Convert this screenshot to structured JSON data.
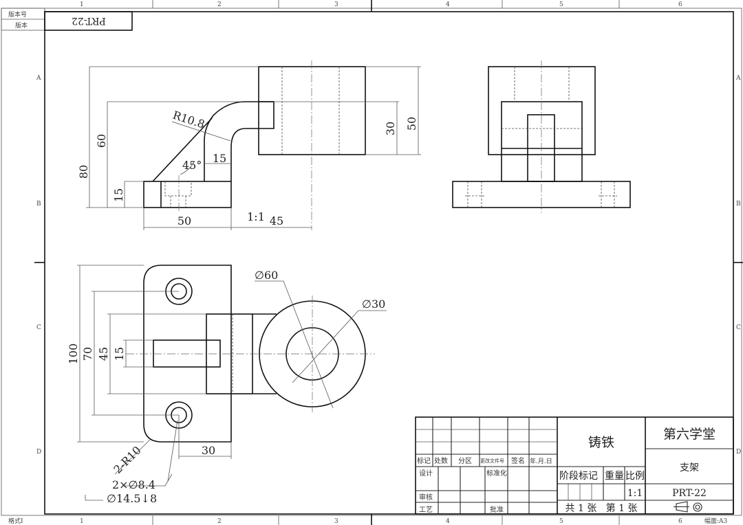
{
  "sheet": {
    "col_labels": [
      "1",
      "2",
      "3",
      "4",
      "5",
      "6"
    ],
    "row_labels": [
      "A",
      "B",
      "C",
      "D"
    ],
    "revision_table": {
      "row1": "版本号",
      "row2": "版本"
    },
    "drawing_no_inverted": "PRT-22",
    "format_label": "格式I",
    "size_label": "幅面:A3"
  },
  "front_view": {
    "dims": {
      "overall_height": "80",
      "arm_height": "60",
      "base_height": "15",
      "base_width": "50",
      "offset": "45",
      "web_width": "15",
      "block_inner": "30",
      "block_height": "50",
      "radius": "R10.8",
      "angle": "45°",
      "scale_note": "1:1"
    }
  },
  "top_view": {
    "dims": {
      "plate_length": "100",
      "hole_spacing": "70",
      "block_width": "45",
      "rib_width": "15",
      "hole_offset": "30",
      "outer_dia": "∅60",
      "inner_dia": "∅30",
      "corner_radius": "2-R10",
      "hole_spec": "2×∅8.4",
      "counterbore_spec": "∅14.5↓8"
    }
  },
  "title_block": {
    "material": "铸铁",
    "company": "第六学堂",
    "part_name": "支架",
    "drawing_number": "PRT-22",
    "scale": "1:1",
    "sheets": "共 1 张   第 1 张",
    "headers": {
      "mark": "标记",
      "count": "处数",
      "zone": "分区",
      "change_doc": "更改文件号",
      "signature": "签名",
      "date": "年.月.日"
    },
    "roles": {
      "design": "设计",
      "standard": "标准化",
      "review": "审核",
      "process": "工艺",
      "approve": "批准"
    },
    "stage_mark": "阶段标记",
    "weight": "重量",
    "ratio": "比例",
    "projection_symbol": "first-angle-projection-icon"
  }
}
